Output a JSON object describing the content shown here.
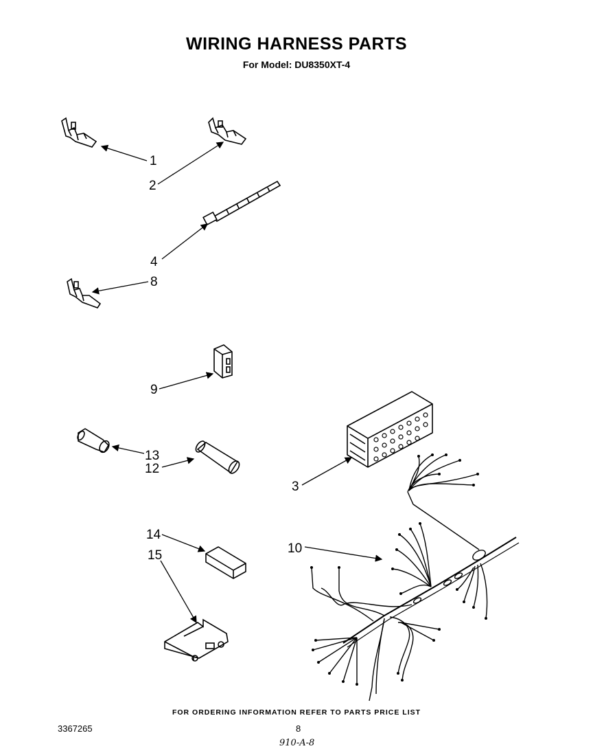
{
  "header": {
    "title": "WIRING HARNESS PARTS",
    "subtitle": "For Model: DU8350XT-4"
  },
  "callouts": [
    {
      "id": "callout-1",
      "label": "1"
    },
    {
      "id": "callout-2",
      "label": "2"
    },
    {
      "id": "callout-4",
      "label": "4"
    },
    {
      "id": "callout-8",
      "label": "8"
    },
    {
      "id": "callout-9",
      "label": "9"
    },
    {
      "id": "callout-13",
      "label": "13"
    },
    {
      "id": "callout-12",
      "label": "12"
    },
    {
      "id": "callout-3",
      "label": "3"
    },
    {
      "id": "callout-14",
      "label": "14"
    },
    {
      "id": "callout-15",
      "label": "15"
    },
    {
      "id": "callout-10",
      "label": "10"
    }
  ],
  "footer": {
    "note": "FOR ORDERING INFORMATION REFER TO PARTS PRICE LIST",
    "doc_number": "3367265",
    "page_number": "8",
    "handwritten_code": "910-A-8"
  }
}
